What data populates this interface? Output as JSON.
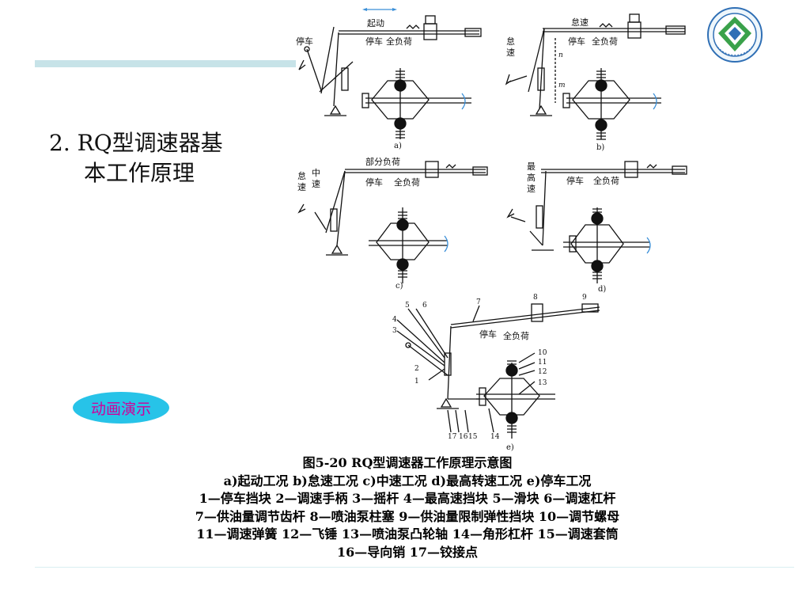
{
  "heading": {
    "line1": "2. RQ型调速器基",
    "line2": "本工作原理"
  },
  "button": {
    "label": "动画演示"
  },
  "panels": {
    "a": {
      "tag": "a)",
      "top": "起动",
      "stop": "停车",
      "full": "全负荷",
      "side": "停车"
    },
    "b": {
      "tag": "b)",
      "top": "怠速",
      "stop": "停车",
      "full": "全负荷",
      "side1": "怠",
      "side2": "速",
      "n1": "n",
      "n2": "m"
    },
    "c": {
      "tag": "c)",
      "top": "部分负荷",
      "stop": "停车",
      "full": "全负荷",
      "side1": "怠",
      "side2": "速",
      "side3": "中",
      "side4": "速"
    },
    "d": {
      "tag": "d)",
      "stop": "停车",
      "full": "全负荷",
      "side1": "最",
      "side2": "高",
      "side3": "速"
    },
    "e": {
      "tag": "e)",
      "stop": "停车",
      "full": "全负荷",
      "nums": [
        "1",
        "2",
        "3",
        "4",
        "5",
        "6",
        "7",
        "8",
        "9",
        "10",
        "11",
        "12",
        "13",
        "14",
        "15",
        "16",
        "17"
      ]
    }
  },
  "caption": {
    "title": "图5-20 RQ型调速器工作原理示意图",
    "line1": "a)起动工况 b)怠速工况 c)中速工况 d)最高转速工况 e)停车工况",
    "line2": "1—停车挡块 2—调速手柄 3—摇杆 4—最高速挡块 5—滑块 6—调速杠杆",
    "line3": "7—供油量调节齿杆 8—喷油泵柱塞 9—供油量限制弹性挡块 10—调节螺母",
    "line4": "11—调速弹簧 12—飞锤 13—喷油泵凸轮轴 14—角形杠杆 15—调速套筒",
    "line5": "16—导向销 17—铰接点"
  },
  "colors": {
    "accent_bar": "#c7e3e8",
    "button_bg": "#27c3e8",
    "button_text": "#d0009a",
    "arrow_blue": "#3a8fd8"
  }
}
